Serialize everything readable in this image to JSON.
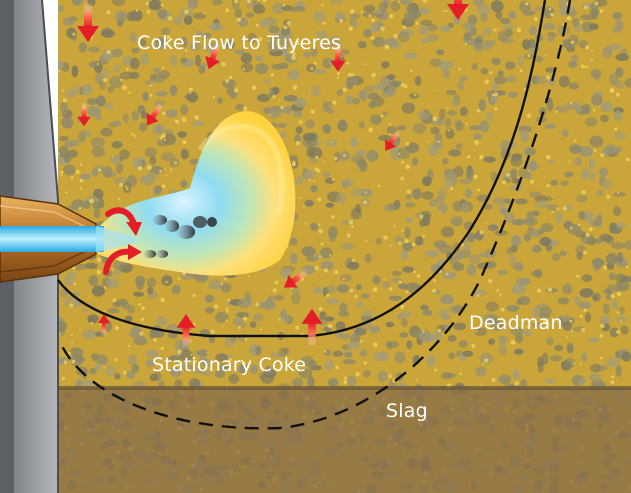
{
  "labels": {
    "coke_flow": "Coke Flow to Tuyeres",
    "stationary_coke": "Stationary Coke",
    "deadman": "Deadman",
    "slag": "Slag"
  },
  "colors": {
    "coke_base": "#c9a53a",
    "coke_light": "#f0cf55",
    "coke_grain": "#8f8a6a",
    "slag": "#8a7048",
    "wall": "#8a8d92",
    "raceway_flame": "#ffdb52",
    "raceway_core": "#8fdcf2",
    "arrow_red": "#e41e26",
    "tuyere_copper": "#c07a28",
    "blast_blue": "#4ec6ef",
    "boundary_line": "#111111"
  },
  "icons": {
    "flow_arrows": "downward-red-arrow-icon",
    "stationary_arrows": "upward-red-arrow-icon",
    "raceway_arrows": "curved-red-arrow-icon",
    "coke_lumps": "coke-particle-icon"
  }
}
